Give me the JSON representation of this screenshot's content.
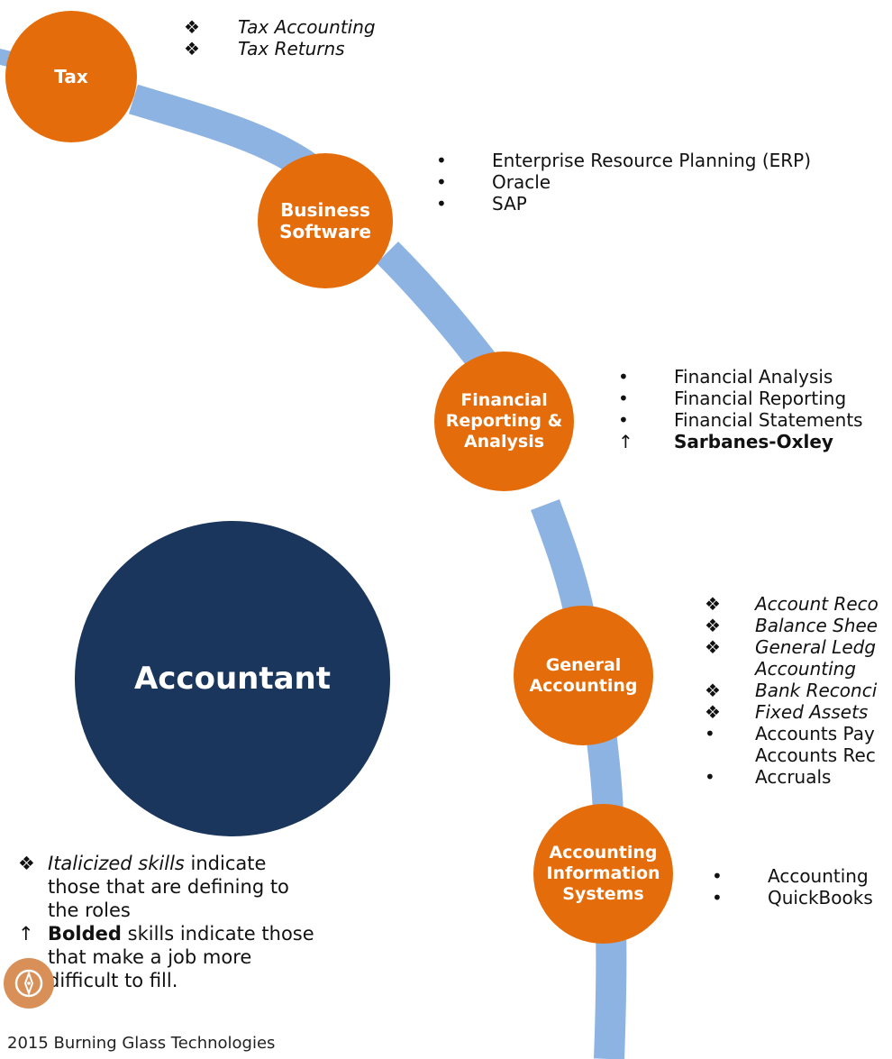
{
  "colors": {
    "node_fill": "#e46c0a",
    "arc_stroke": "#8db3e2",
    "center_fill": "#1b365d"
  },
  "center": {
    "label": "Accountant"
  },
  "nodes": [
    {
      "id": "tax",
      "label": "Tax",
      "items": [
        {
          "marker": "❖",
          "text": "Tax Accounting",
          "style": "italic"
        },
        {
          "marker": "❖",
          "text": "Tax Returns",
          "style": "italic"
        }
      ]
    },
    {
      "id": "business-software",
      "label": "Business\nSoftware",
      "items": [
        {
          "marker": "•",
          "text": "Enterprise Resource Planning (ERP)",
          "style": "normal"
        },
        {
          "marker": "•",
          "text": "Oracle",
          "style": "normal"
        },
        {
          "marker": "•",
          "text": "SAP",
          "style": "normal"
        }
      ]
    },
    {
      "id": "financial-reporting",
      "label": "Financial\nReporting &\nAnalysis",
      "items": [
        {
          "marker": "•",
          "text": "Financial Analysis",
          "style": "normal"
        },
        {
          "marker": "•",
          "text": "Financial Reporting",
          "style": "normal"
        },
        {
          "marker": "•",
          "text": "Financial Statements",
          "style": "normal"
        },
        {
          "marker": "↑",
          "text": "Sarbanes-Oxley",
          "style": "bold"
        }
      ]
    },
    {
      "id": "general-accounting",
      "label": "General\nAccounting",
      "items": [
        {
          "marker": "❖",
          "text": "Account Reco",
          "style": "italic"
        },
        {
          "marker": "❖",
          "text": "Balance Shee",
          "style": "italic"
        },
        {
          "marker": "❖",
          "text": "General Ledg",
          "style": "italic"
        },
        {
          "marker": "",
          "text": "Accounting",
          "style": "italic"
        },
        {
          "marker": "❖",
          "text": "Bank Reconci",
          "style": "italic"
        },
        {
          "marker": "❖",
          "text": "Fixed Assets",
          "style": "italic"
        },
        {
          "marker": "•",
          "text": "Accounts Pay",
          "style": "normal"
        },
        {
          "marker": "",
          "text": "Accounts Rec",
          "style": "normal"
        },
        {
          "marker": "•",
          "text": "Accruals",
          "style": "normal"
        }
      ]
    },
    {
      "id": "accounting-info-systems",
      "label": "Accounting\nInformation\nSystems",
      "items": [
        {
          "marker": "•",
          "text": "Accounting",
          "style": "normal"
        },
        {
          "marker": "•",
          "text": "QuickBooks",
          "style": "normal"
        }
      ]
    }
  ],
  "legend": {
    "italic_marker": "❖",
    "italic_term": "Italicized skills",
    "italic_rest": " indicate those that are defining to the roles",
    "bold_marker": "↑",
    "bold_term": "Bolded",
    "bold_rest": " skills indicate those that make a job more difficult to fill."
  },
  "footer": {
    "copyright": "2015 Burning Glass Technologies"
  },
  "icons": {
    "logo": "compass-icon"
  }
}
